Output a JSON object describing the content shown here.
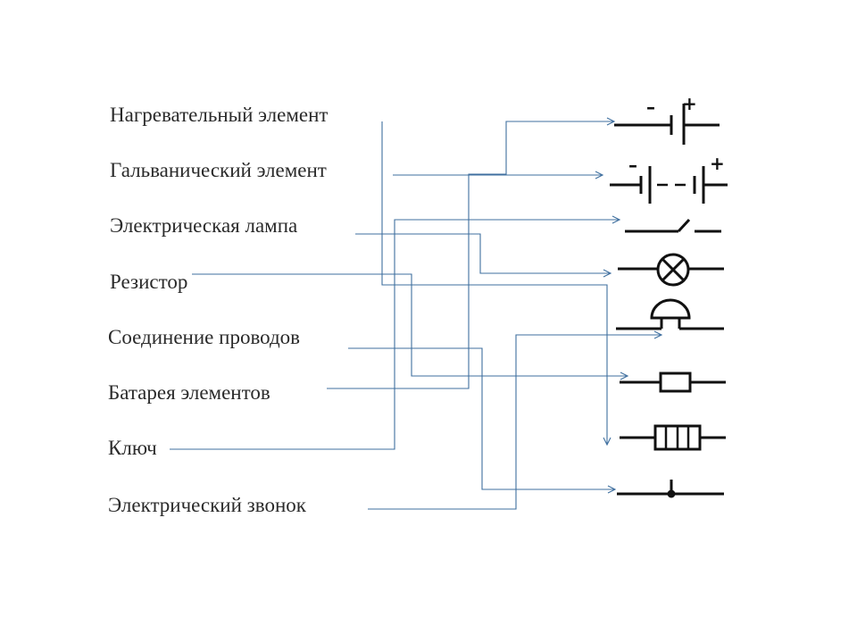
{
  "labels": [
    "Нагревательный элемент",
    "Гальванический элемент",
    "Электрическая лампа",
    "Резистор",
    "Соединение проводов",
    "Батарея элементов",
    "Ключ",
    "Электрический звонок"
  ],
  "symbols": [
    "galvanic-cell-symbol",
    "battery-symbol",
    "switch-symbol",
    "lamp-symbol",
    "bell-symbol",
    "resistor-symbol",
    "heating-element-symbol",
    "wire-junction-symbol"
  ],
  "signs": {
    "minus": "–",
    "plus": "+"
  },
  "colors": {
    "connector": "#3f6f9f",
    "symbol": "#111111",
    "text": "#2a2a2a"
  }
}
